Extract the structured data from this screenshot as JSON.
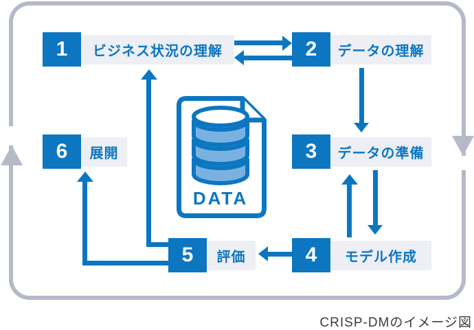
{
  "diagram": {
    "caption": "CRISP-DMのイメージ図",
    "steps": [
      {
        "number": "1",
        "label": "ビジネス状況の理解"
      },
      {
        "number": "2",
        "label": "データの理解"
      },
      {
        "number": "3",
        "label": "データの準備"
      },
      {
        "number": "4",
        "label": "モデル作成"
      },
      {
        "number": "5",
        "label": "評価"
      },
      {
        "number": "6",
        "label": "展開"
      }
    ],
    "center_icon": {
      "type": "database-document",
      "label": "DATA"
    },
    "connections": [
      {
        "from": "1",
        "to": "2",
        "style": "arrow-right"
      },
      {
        "from": "2",
        "to": "1",
        "style": "arrow-left"
      },
      {
        "from": "2",
        "to": "3",
        "style": "arrow-down"
      },
      {
        "from": "3",
        "to": "4",
        "style": "arrow-down"
      },
      {
        "from": "4",
        "to": "3",
        "style": "arrow-up"
      },
      {
        "from": "4",
        "to": "5",
        "style": "arrow-left"
      },
      {
        "from": "5",
        "to": "1",
        "style": "elbow-up"
      },
      {
        "from": "5",
        "to": "6",
        "style": "elbow-up"
      },
      {
        "from": "6",
        "to": "1",
        "style": "outer-loop-clockwise"
      }
    ],
    "colors": {
      "primary_blue": "#0c76c1",
      "cylinder_fill": "#79b2e1",
      "label_background": "#edeff4",
      "loop_gray": "#b5b9c8",
      "caption_text": "#3c3c3c"
    }
  }
}
